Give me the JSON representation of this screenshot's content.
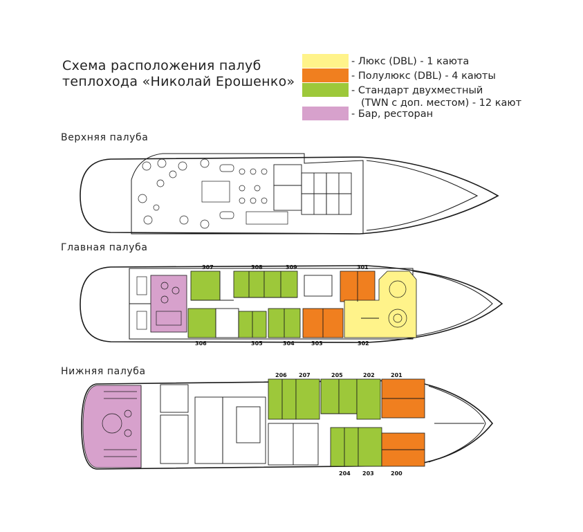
{
  "title": {
    "line1": "Схема расположения палуб",
    "line2": "теплохода «Николай Ерошенко»"
  },
  "legend": [
    {
      "key": "lux",
      "color": "#fff38a",
      "lines": [
        "- Люкс (DBL) - 1 каюта"
      ]
    },
    {
      "key": "semilux",
      "color": "#f07f1f",
      "lines": [
        "- Полулюкс (DBL) - 4 каюты"
      ]
    },
    {
      "key": "standard",
      "color": "#9dc83a",
      "lines": [
        "- Стандарт двухместный",
        "(TWN с доп. местом) - 12 кают"
      ]
    },
    {
      "key": "bar",
      "color": "#d7a1cc",
      "lines": [
        "- Бар, ресторан"
      ]
    }
  ],
  "decks": {
    "upper": {
      "label": "Верхняя палуба"
    },
    "main": {
      "label": "Главная палуба",
      "cabins": [
        {
          "number": "307",
          "category": "standard"
        },
        {
          "number": "308",
          "category": "standard"
        },
        {
          "number": "309",
          "category": "standard"
        },
        {
          "number": "301",
          "category": "semilux"
        },
        {
          "number": "306",
          "category": "standard"
        },
        {
          "number": "305",
          "category": "standard"
        },
        {
          "number": "304",
          "category": "standard"
        },
        {
          "number": "303",
          "category": "semilux"
        },
        {
          "number": "302",
          "category": "lux"
        }
      ]
    },
    "lower": {
      "label": "Нижняя палуба",
      "cabins": [
        {
          "number": "206",
          "category": "standard"
        },
        {
          "number": "207",
          "category": "standard"
        },
        {
          "number": "205",
          "category": "standard"
        },
        {
          "number": "202",
          "category": "standard"
        },
        {
          "number": "201",
          "category": "semilux"
        },
        {
          "number": "204",
          "category": "standard"
        },
        {
          "number": "203",
          "category": "standard"
        },
        {
          "number": "200",
          "category": "semilux"
        }
      ]
    }
  }
}
